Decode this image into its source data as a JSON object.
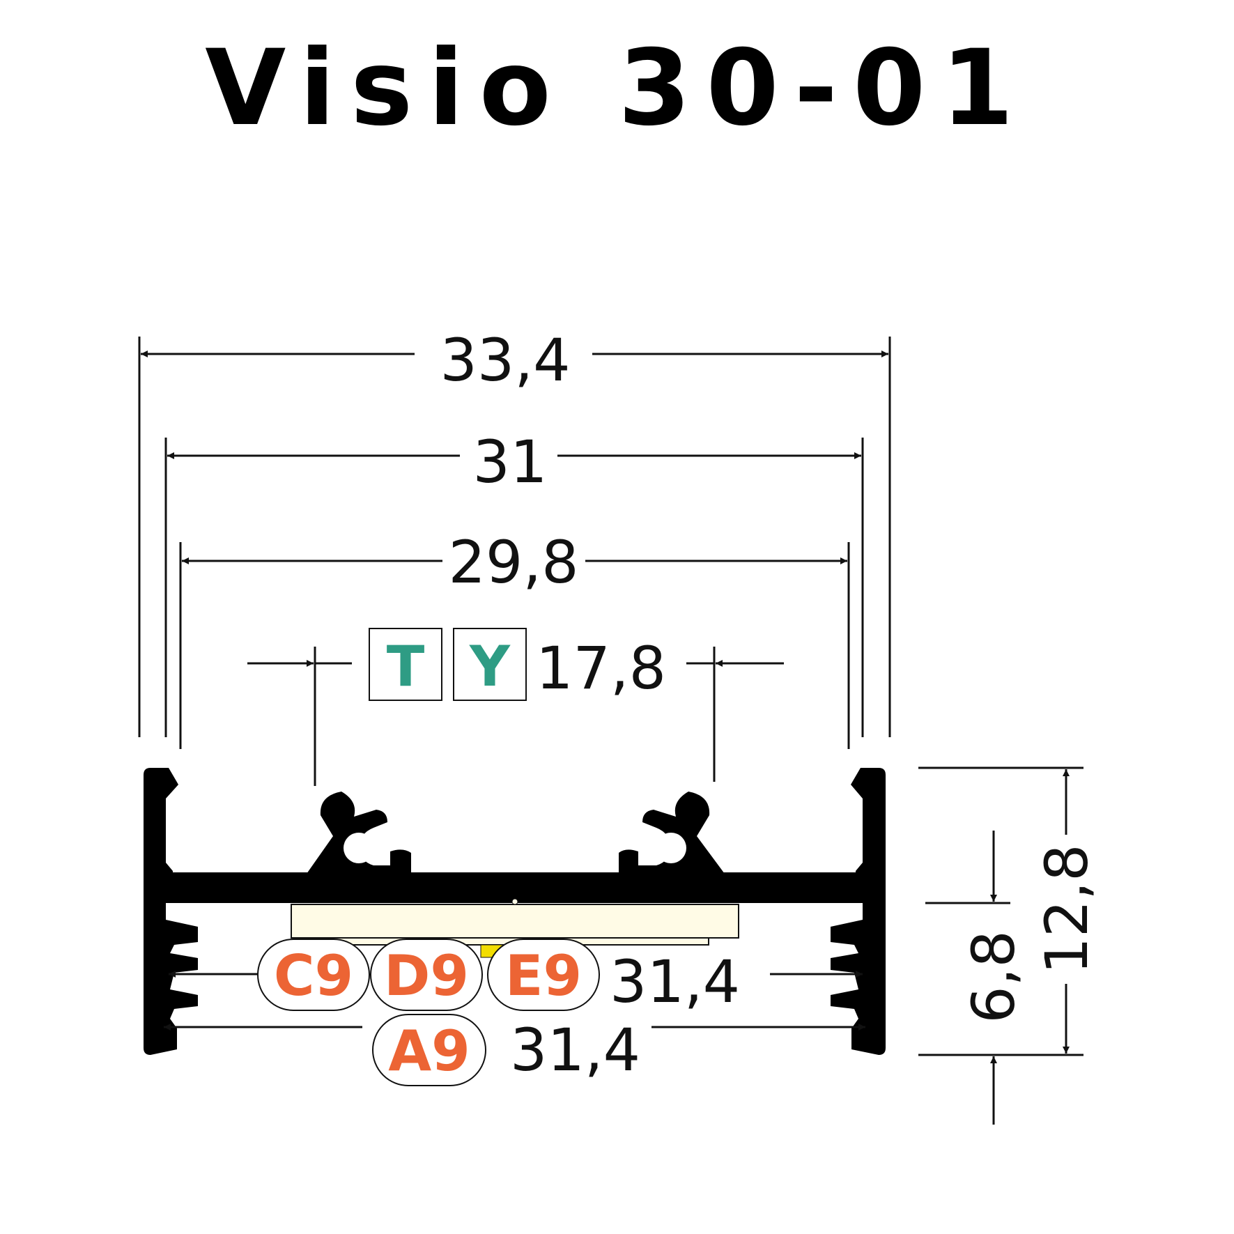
{
  "title": "Visio 30-01",
  "colors": {
    "profile": "#000000",
    "dimension": "#111111",
    "teal_code": "#2e9c84",
    "orange_code": "#ec6434",
    "diffuser": "#fffbe6",
    "led_strip": "#f2dd00"
  },
  "dimensions": {
    "overall_width": "33,4",
    "inner_width": "31",
    "opening_width": "29,8",
    "clip_spacing": "17,8",
    "slot_upper_width": "31,4",
    "slot_lower_width": "31,4",
    "depth_inner": "6,8",
    "total_height": "12,8"
  },
  "codes": {
    "upper_clip": [
      "T",
      "Y"
    ],
    "upper_slot": [
      "C9",
      "D9",
      "E9"
    ],
    "lower_slot": [
      "A9"
    ]
  }
}
